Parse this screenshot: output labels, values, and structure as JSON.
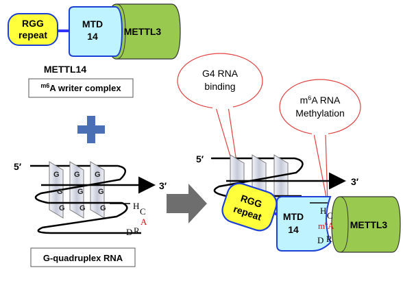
{
  "writer": {
    "rgg_line1": "RGG",
    "rgg_line2": "repeat",
    "mtd_line1": "MTD",
    "mtd_line2": "14",
    "mettl3": "METTL3",
    "mettl14": "METTL14",
    "complex_sup": "m6",
    "complex_rest": "A writer complex"
  },
  "plus_color": "#4a6fb5",
  "quadruplex": {
    "five": "5′",
    "three": "3′",
    "g": "G",
    "h": "H",
    "c": "C",
    "a": "A",
    "d": "D",
    "r": "R",
    "caption": "G-quadruplex RNA"
  },
  "bubbles": {
    "g4_line1": "G4 RNA",
    "g4_line2": "binding",
    "m6a_line1_pre": "m",
    "m6a_line1_sup": "6",
    "m6a_line1_post": "A RNA",
    "m6a_line2": "Methylation"
  },
  "complex_view": {
    "five": "5′",
    "three": "3′",
    "rgg_line1": "RGG",
    "rgg_line2": "repeat",
    "mtd_line1": "MTD",
    "mtd_line2": "14",
    "mettl3": "METTL3",
    "h": "H",
    "c": "C",
    "m6a_pre": "m",
    "m6a_sup": "6",
    "m6a_post": "A",
    "d": "D",
    "r": "R"
  },
  "colors": {
    "rgg_fill": "#ffff3c",
    "mtd_fill": "#bff3ff",
    "mettl3_fill": "#99c94f",
    "linker": "#3333ff",
    "bubble_stroke": "#e34040",
    "methyl_red": "#e01010",
    "arrow_gray": "#6e6e6e"
  }
}
